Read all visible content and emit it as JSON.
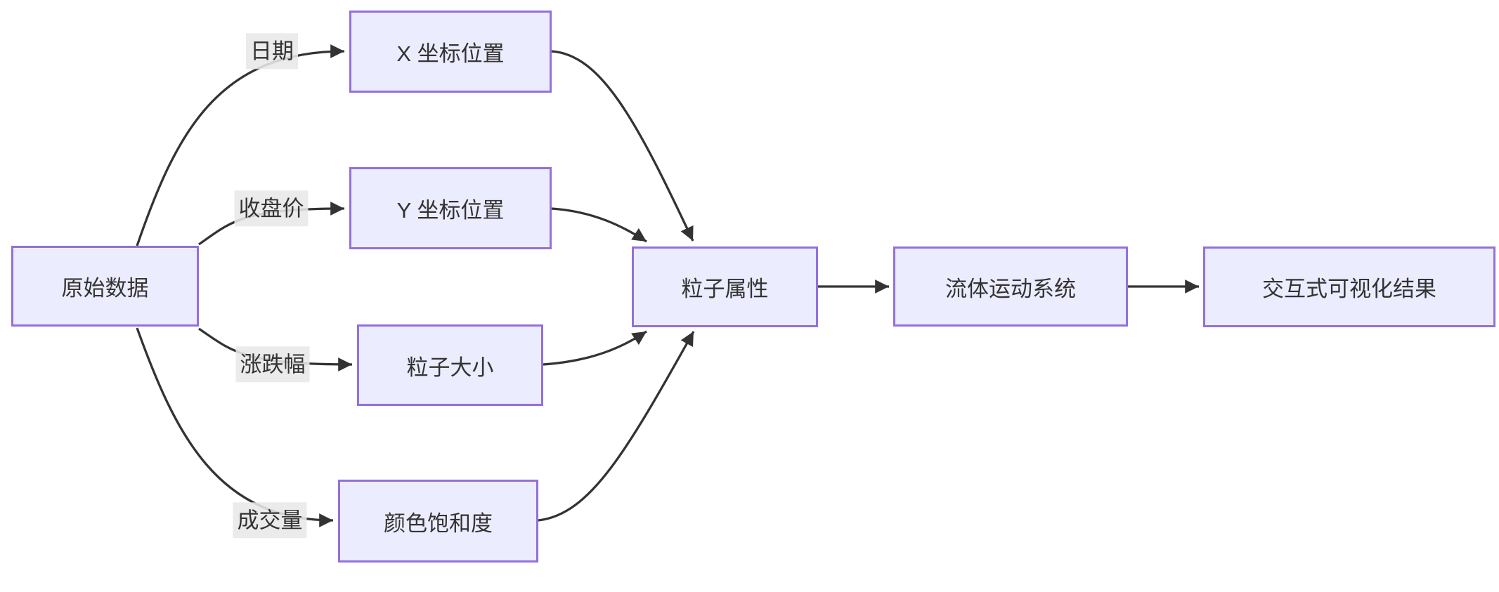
{
  "diagram": {
    "kind": "flowchart-left-to-right",
    "colors": {
      "node_fill": "#ECECFF",
      "node_border": "#9370DB",
      "edge_line": "#333333",
      "text": "#333333",
      "edge_label_bg": "#e8e8e8",
      "background": "#ffffff"
    },
    "nodes": [
      {
        "id": "raw-data",
        "label": "原始数据"
      },
      {
        "id": "x-position",
        "label": "X 坐标位置"
      },
      {
        "id": "y-position",
        "label": "Y 坐标位置"
      },
      {
        "id": "particle-size",
        "label": "粒子大小"
      },
      {
        "id": "color-saturation",
        "label": "颜色饱和度"
      },
      {
        "id": "particle-attributes",
        "label": "粒子属性"
      },
      {
        "id": "fluid-motion-system",
        "label": "流体运动系统"
      },
      {
        "id": "interactive-result",
        "label": "交互式可视化结果"
      }
    ],
    "edge_labels": [
      {
        "label": "日期"
      },
      {
        "label": "收盘价"
      },
      {
        "label": "涨跌幅"
      },
      {
        "label": "成交量"
      }
    ],
    "edges": [
      {
        "from": "原始数据",
        "to": "X 坐标位置",
        "label": "日期"
      },
      {
        "from": "原始数据",
        "to": "Y 坐标位置",
        "label": "收盘价"
      },
      {
        "from": "原始数据",
        "to": "粒子大小",
        "label": "涨跌幅"
      },
      {
        "from": "原始数据",
        "to": "颜色饱和度",
        "label": "成交量"
      },
      {
        "from": "X 坐标位置",
        "to": "粒子属性",
        "label": ""
      },
      {
        "from": "Y 坐标位置",
        "to": "粒子属性",
        "label": ""
      },
      {
        "from": "粒子大小",
        "to": "粒子属性",
        "label": ""
      },
      {
        "from": "颜色饱和度",
        "to": "粒子属性",
        "label": ""
      },
      {
        "from": "粒子属性",
        "to": "流体运动系统",
        "label": ""
      },
      {
        "from": "流体运动系统",
        "to": "交互式可视化结果",
        "label": ""
      }
    ]
  }
}
